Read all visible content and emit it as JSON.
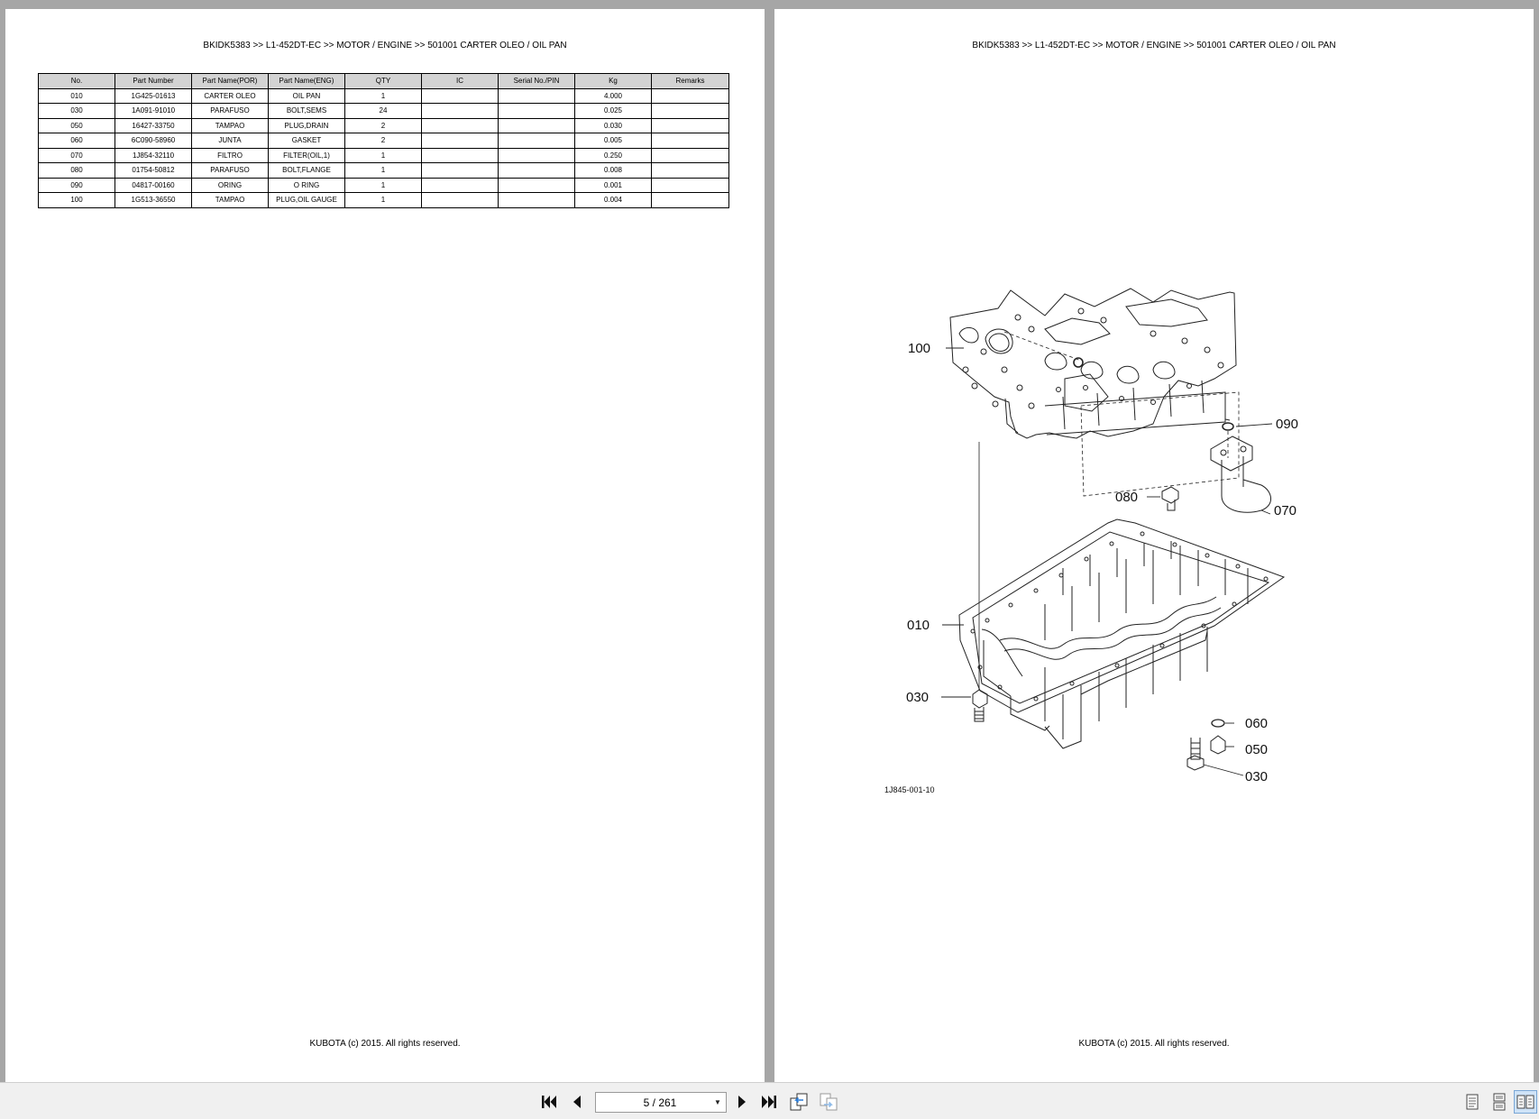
{
  "document": {
    "header_text": "BKIDK5383 >> L1-452DT-EC >> MOTOR / ENGINE >> 501001   CARTER OLEO / OIL PAN",
    "footer_text": "KUBOTA (c) 2015. All rights reserved."
  },
  "parts_table": {
    "columns": [
      "No.",
      "Part Number",
      "Part Name(POR)",
      "Part Name(ENG)",
      "QTY",
      "IC",
      "Serial No./PIN",
      "Kg",
      "Remarks"
    ],
    "rows": [
      [
        "010",
        "1G425-01613",
        "CARTER OLEO",
        "OIL PAN",
        "1",
        "",
        "",
        "4.000",
        ""
      ],
      [
        "030",
        "1A091-91010",
        "PARAFUSO",
        "BOLT,SEMS",
        "24",
        "",
        "",
        "0.025",
        ""
      ],
      [
        "050",
        "16427-33750",
        "TAMPAO",
        "PLUG,DRAIN",
        "2",
        "",
        "",
        "0.030",
        ""
      ],
      [
        "060",
        "6C090-58960",
        "JUNTA",
        "GASKET",
        "2",
        "",
        "",
        "0.005",
        ""
      ],
      [
        "070",
        "1J854-32110",
        "FILTRO",
        "FILTER(OIL,1)",
        "1",
        "",
        "",
        "0.250",
        ""
      ],
      [
        "080",
        "01754-50812",
        "PARAFUSO",
        "BOLT,FLANGE",
        "1",
        "",
        "",
        "0.008",
        ""
      ],
      [
        "090",
        "04817-00160",
        "ORING",
        "O RING",
        "1",
        "",
        "",
        "0.001",
        ""
      ],
      [
        "100",
        "1G513-36550",
        "TAMPAO",
        "PLUG,OIL GAUGE",
        "1",
        "",
        "",
        "0.004",
        ""
      ]
    ]
  },
  "diagram": {
    "callouts": [
      "100",
      "090",
      "080",
      "070",
      "010",
      "030",
      "060",
      "050",
      "030"
    ],
    "figure_code": "1J845-001-10"
  },
  "toolbar": {
    "page_indicator": "5 / 261",
    "icons": [
      "first-page-icon",
      "previous-page-icon",
      "next-page-icon",
      "last-page-icon",
      "go-back-view-icon",
      "go-forward-view-icon",
      "single-page-view-icon",
      "continuous-view-icon",
      "two-page-view-icon"
    ]
  }
}
